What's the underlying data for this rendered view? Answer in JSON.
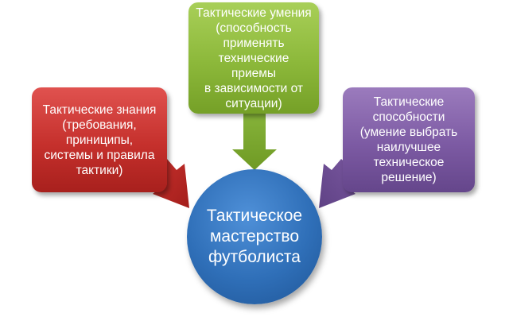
{
  "boxes": {
    "knowledge": {
      "text": "Тактические знания\n(требования,\nприниципы,\nсистемы и правила\nтактики)",
      "color": "#c5302c"
    },
    "skills": {
      "text": "Тактические  умения\n(способность\nприменять\nтехнические  приемы\nв зависимости  от\nситуации)",
      "color": "#8cb83a"
    },
    "abilities": {
      "text": "Тактические\nспособности\n(умение выбрать\nнаилучшее\nтехническое\nрешение)",
      "color": "#7c5aa3"
    }
  },
  "center": {
    "text": "Тактическое\nмастерство\nфутболиста",
    "color": "#2f6fb8"
  }
}
